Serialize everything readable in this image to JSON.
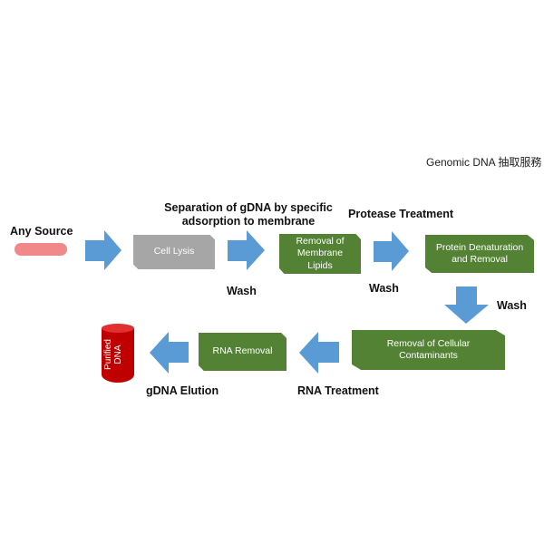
{
  "title": "Genomic DNA 抽取服務",
  "labels": {
    "source": "Any Source",
    "separation_line1": "Separation of gDNA by specific",
    "separation_line2": "adsorption to membrane",
    "protease": "Protease Treatment",
    "wash1": "Wash",
    "wash2": "Wash",
    "wash3": "Wash",
    "rna_treatment": "RNA Treatment",
    "elution": "gDNA Elution"
  },
  "boxes": {
    "cell_lysis": "Cell Lysis",
    "membrane_line1": "Removal of",
    "membrane_line2": "Membrane",
    "membrane_line3": "Lipids",
    "protein_line1": "Protein Denaturation",
    "protein_line2": "and Removal",
    "cellular_line1": "Removal of Cellular",
    "cellular_line2": "Contaminants",
    "rna_removal": "RNA Removal"
  },
  "tube_label_line1": "Purified",
  "tube_label_line2": "DNA",
  "colors": {
    "arrow": "#5b9bd5",
    "green_box": "#548235",
    "gray_box": "#a6a6a6",
    "source_pill": "#f08a8a",
    "tube": "#c00000"
  }
}
